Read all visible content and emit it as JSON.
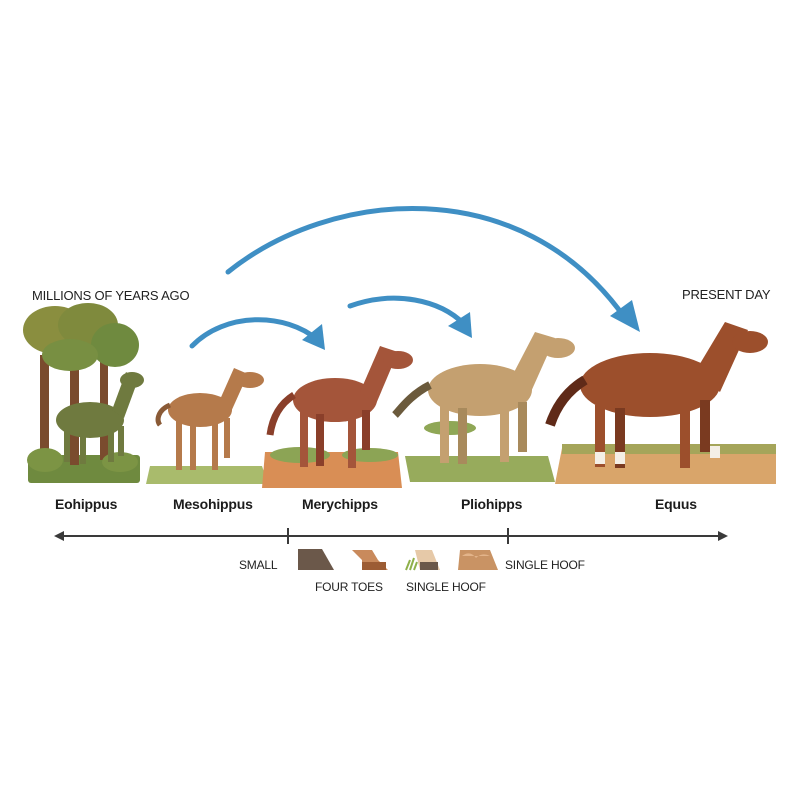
{
  "labels": {
    "past": "MILLIONS OF YEARS AGO",
    "present": "PRESENT DAY"
  },
  "species": [
    {
      "name": "Eohippus",
      "habitat": "forest",
      "coat": "#6f7a3f"
    },
    {
      "name": "Mesohippus",
      "habitat": "grassland",
      "coat": "#b57a4b"
    },
    {
      "name": "Merychipps",
      "habitat": "scrubland",
      "coat": "#a4553a"
    },
    {
      "name": "Pliohipps",
      "habitat": "savanna",
      "coat": "#c4a070"
    },
    {
      "name": "Equus",
      "habitat": "open plains",
      "coat": "#9c4f2c"
    }
  ],
  "timeline": {
    "direction": "left-to-right",
    "ticks": 2
  },
  "legend": {
    "items": [
      {
        "label": "SMALL",
        "row": 1
      },
      {
        "label": "FOUR TOES",
        "row": 2
      },
      {
        "label": "SINGLE HOOF",
        "row": 2
      },
      {
        "label": "SINGLE HOOF",
        "row": 1
      }
    ]
  },
  "colors": {
    "arrow": "#3f8fc4",
    "axis": "#3a3a3a"
  }
}
